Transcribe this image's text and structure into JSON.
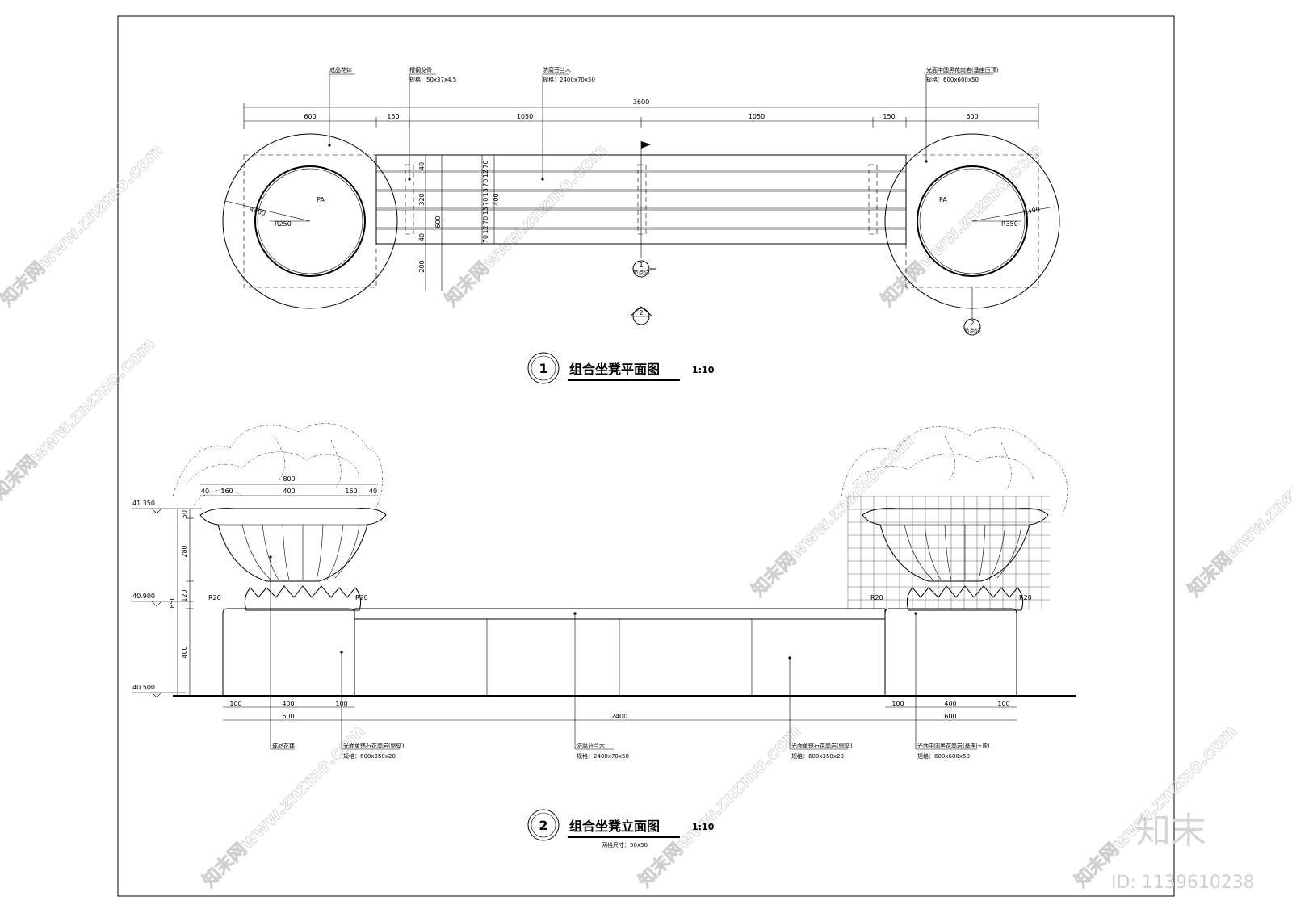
{
  "plan": {
    "title": "组合坐凳平面图",
    "scale": "1:10",
    "index": "1",
    "dims_top": [
      "600",
      "150",
      "1050",
      "1050",
      "150",
      "600"
    ],
    "dim_total": "3600",
    "dims_vertical": [
      "40",
      "320",
      "40",
      "200",
      "600",
      "400"
    ],
    "dims_slats": [
      "70",
      "12",
      "70",
      "13",
      "70",
      "13",
      "70",
      "12",
      "70"
    ],
    "radius_left_outer": "R400",
    "radius_left_inner": "R250",
    "radius_right_outer": "R400",
    "radius_right_inner": "R350",
    "pa_left": "PA",
    "pa_right": "PA",
    "section_marks": [
      "1",
      "2",
      "2"
    ],
    "section_sub": "节点详",
    "notes": [
      {
        "label": "成品花钵",
        "spec": ""
      },
      {
        "label": "槽钢龙骨",
        "spec": "规格：50x37x4.5"
      },
      {
        "label": "防腐芬兰木",
        "spec": "规格：2400x70x50"
      },
      {
        "label": "光面中国黑花岗岩(基座压顶)",
        "spec": "规格：600x600x50"
      }
    ]
  },
  "elevation": {
    "title": "组合坐凳立面图",
    "scale": "1:10",
    "index": "2",
    "grid_note": "网格尺寸：50x50",
    "levels": [
      "41.350",
      "40.900",
      "40.500"
    ],
    "dims_pot": [
      "800",
      "40",
      "160",
      "400",
      "160",
      "40"
    ],
    "dims_height": [
      "50",
      "280",
      "120",
      "400",
      "850"
    ],
    "radii": [
      "R20",
      "R20",
      "R20",
      "R20"
    ],
    "dims_bottom_left": [
      "100",
      "400",
      "100",
      "600"
    ],
    "dims_bottom_right": [
      "100",
      "400",
      "100",
      "600"
    ],
    "dim_bench": "2400",
    "notes": [
      {
        "label": "成品花钵",
        "spec": ""
      },
      {
        "label": "光面黄锈石花岗岩(侧壁)",
        "spec": "规格：600x350x20"
      },
      {
        "label": "防腐芬兰木",
        "spec": "规格：2400x70x50"
      },
      {
        "label": "光面黄锈石花岗岩(侧壁)",
        "spec": "规格：600x350x20"
      },
      {
        "label": "光面中国黑花岗岩(基座压顶)",
        "spec": "规格：600x600x50"
      }
    ]
  },
  "watermark": {
    "text": "知末网www.znzmo.com",
    "brand": "知末",
    "id": "ID: 1139610238"
  }
}
